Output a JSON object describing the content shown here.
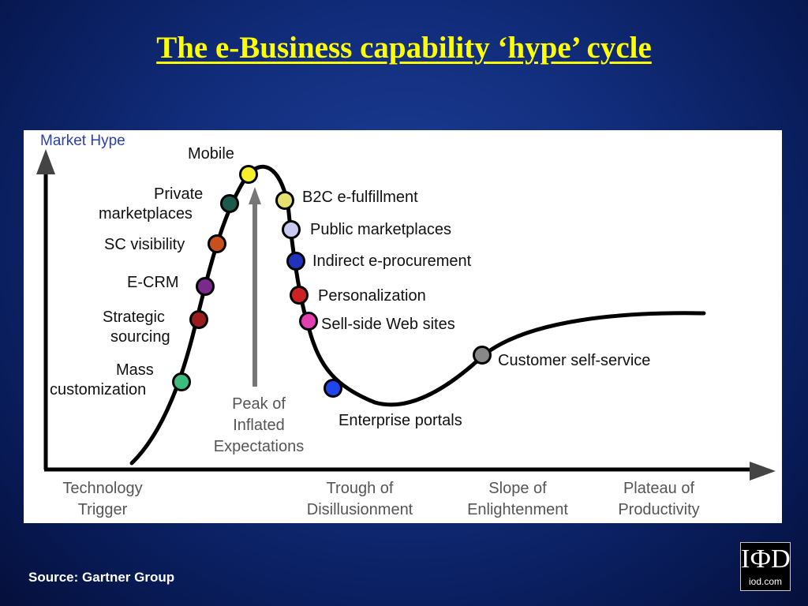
{
  "title": "The e-Business capability ‘hype’ cycle",
  "source": "Source: Gartner Group",
  "logo": {
    "mark": "IФD",
    "text": "iod.com"
  },
  "diagram": {
    "y_axis_label": "Market Hype",
    "peak_annotation": [
      "Peak of",
      "Inflated",
      "Expectations"
    ],
    "phases": [
      {
        "id": "technology-trigger",
        "lines": [
          "Technology",
          "Trigger"
        ]
      },
      {
        "id": "trough",
        "lines": [
          "Trough of",
          "Disillusionment"
        ]
      },
      {
        "id": "slope",
        "lines": [
          "Slope of",
          "Enlightenment"
        ]
      },
      {
        "id": "plateau",
        "lines": [
          "Plateau of",
          "Productivity"
        ]
      }
    ],
    "items": [
      {
        "id": "mass-customization",
        "lines": [
          "Mass",
          "customization"
        ],
        "color": "#3dbd7d"
      },
      {
        "id": "strategic-sourcing",
        "lines": [
          "Strategic",
          "sourcing"
        ],
        "color": "#9b1c1c"
      },
      {
        "id": "e-crm",
        "lines": [
          "E-CRM"
        ],
        "color": "#7b2a8c"
      },
      {
        "id": "sc-visibility",
        "lines": [
          "SC visibility"
        ],
        "color": "#c8501e"
      },
      {
        "id": "private-marketplaces",
        "lines": [
          "Private",
          "marketplaces"
        ],
        "color": "#1d5a4c"
      },
      {
        "id": "mobile",
        "lines": [
          "Mobile"
        ],
        "color": "#f5f02a"
      },
      {
        "id": "b2c-e-fulfillment",
        "lines": [
          "B2C e-fulfillment"
        ],
        "color": "#e6e070"
      },
      {
        "id": "public-marketplaces",
        "lines": [
          "Public marketplaces"
        ],
        "color": "#c9c9f2"
      },
      {
        "id": "indirect-e-procurement",
        "lines": [
          "Indirect e-procurement"
        ],
        "color": "#2233bb"
      },
      {
        "id": "personalization",
        "lines": [
          "Personalization"
        ],
        "color": "#cc2222"
      },
      {
        "id": "sell-side-web-sites",
        "lines": [
          "Sell-side Web sites"
        ],
        "color": "#e040b0"
      },
      {
        "id": "enterprise-portals",
        "lines": [
          "Enterprise portals"
        ],
        "color": "#2244ee"
      },
      {
        "id": "customer-self-service",
        "lines": [
          "Customer self-service"
        ],
        "color": "#888888"
      }
    ]
  }
}
